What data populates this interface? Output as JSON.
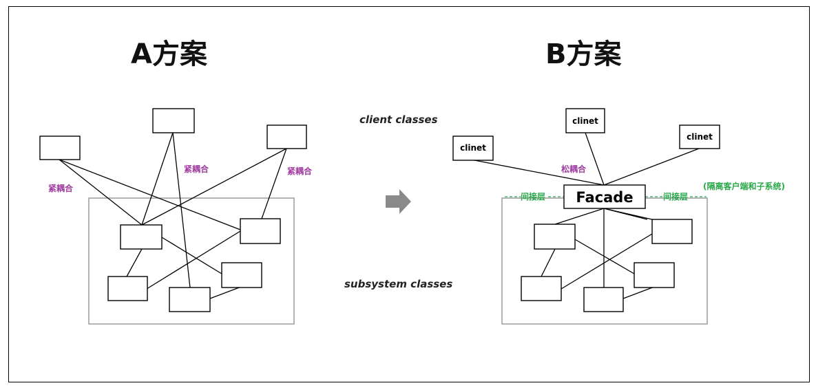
{
  "diagram": {
    "plan_a": {
      "title": "A方案",
      "coupling_labels": [
        "紧耦合",
        "紧耦合",
        "紧耦合"
      ]
    },
    "plan_b": {
      "title": "B方案",
      "clients": [
        "clinet",
        "clinet",
        "clinet"
      ],
      "coupling_label": "松耦合",
      "facade_label": "Facade",
      "indirection_left": "间接层",
      "indirection_right": "间接层",
      "isolation_note": "(隔离客户端和子系统)"
    },
    "middle": {
      "client_classes": "client classes",
      "subsystem_classes": "subsystem classes",
      "arrow_icon": "right-arrow-icon"
    },
    "colors": {
      "coupling_label": "#a03ca0",
      "indirection": "#2aa84a",
      "subsystem_border": "#9a9a9a",
      "arrow": "#8a8a8a"
    }
  }
}
